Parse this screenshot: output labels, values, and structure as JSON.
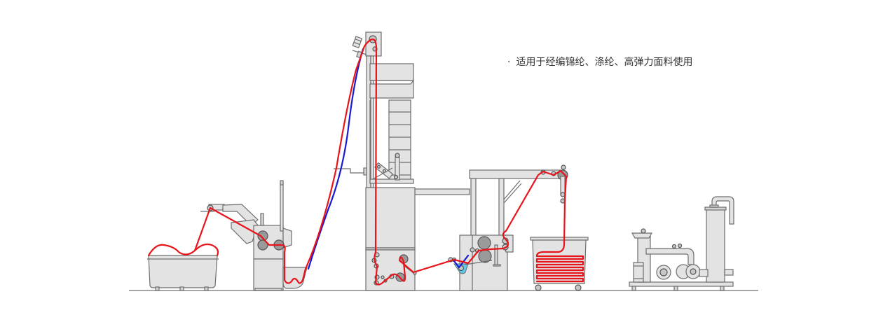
{
  "caption": {
    "bullet": "·",
    "text": "适用于经编锦纶、涤纶、高弹力面料使用"
  },
  "diagram": {
    "title": "Fabric processing line schematic",
    "components": [
      "fabric-cart",
      "fabric-loading-unit",
      "feed-j-box",
      "vertical-lifting-tower",
      "bottom-roller-box",
      "padder-unit",
      "overhead-plaiter",
      "output-cart",
      "vacuum-pump-station"
    ],
    "colors": {
      "fabric_path_primary": "#e8141c",
      "fabric_path_secondary": "#1a1ad0",
      "liquor_trough": "#5fc8e8",
      "machine_fill": "#e3e3e3",
      "machine_stroke": "#6e6e6e",
      "roller_fill": "#9a9a9a",
      "floor_line": "#888888"
    }
  }
}
